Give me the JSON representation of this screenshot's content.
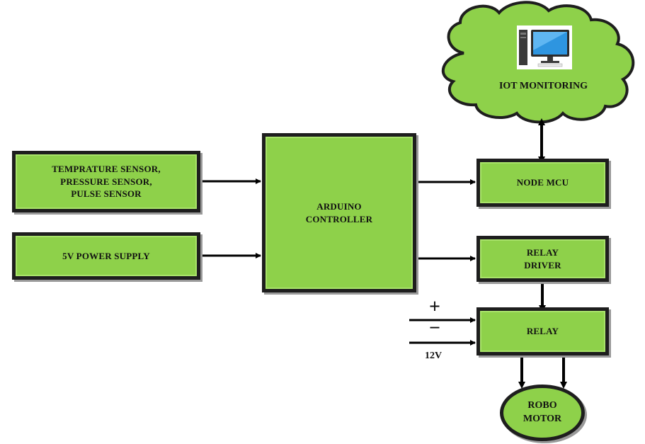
{
  "blocks": {
    "sensors": "TEMPRATURE  SENSOR,\nPRESSURE SENSOR,\nPULSE SENSOR",
    "power": "5V POWER SUPPLY",
    "arduino": "ARDUINO\nCONTROLLER",
    "nodemcu": "NODE MCU",
    "relay_driver": "RELAY\nDRIVER",
    "relay": "RELAY",
    "motor": "ROBO\nMOTOR"
  },
  "cloud_label": "IOT MONITORING",
  "supply": {
    "plus": "+",
    "minus": "−",
    "voltage": "12V"
  },
  "colors": {
    "block_fill": "#8ed14a",
    "border": "#1e1e1e",
    "cloud_fill": "#8ed14a"
  },
  "icons": [
    "desktop-computer-icon"
  ]
}
